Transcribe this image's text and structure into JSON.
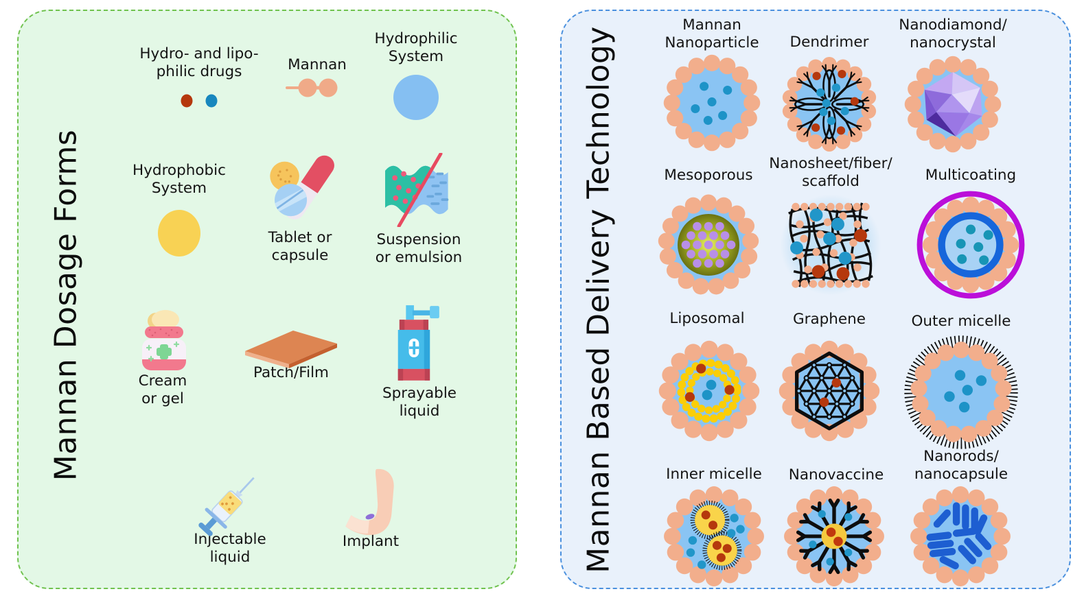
{
  "left_panel": {
    "title": "Mannan Dosage Forms",
    "items": [
      {
        "label": "Hydro- and lipo-\nphilic drugs",
        "icon": "hydro-lipo-drugs-icon"
      },
      {
        "label": "Mannan",
        "icon": "mannan-chain-icon"
      },
      {
        "label": "Hydrophilic\nSystem",
        "icon": "hydrophilic-system-icon"
      },
      {
        "label": "Hydrophobic\nSystem",
        "icon": "hydrophobic-system-icon"
      },
      {
        "label": "Tablet or\ncapsule",
        "icon": "tablet-capsule-icon"
      },
      {
        "label": "Suspension\nor emulsion",
        "icon": "suspension-emulsion-icon"
      },
      {
        "label": "Cream\nor gel",
        "icon": "cream-jar-icon"
      },
      {
        "label": "Patch/Film",
        "icon": "patch-film-icon"
      },
      {
        "label": "Sprayable\nliquid",
        "icon": "spray-bottle-icon"
      },
      {
        "label": "Injectable\nliquid",
        "icon": "syringe-icon"
      },
      {
        "label": "Implant",
        "icon": "arm-implant-icon"
      }
    ]
  },
  "right_panel": {
    "title": "Mannan Based Delivery Technology",
    "items": [
      {
        "label": "Mannan\nNanoparticle",
        "icon": "mannan-nanoparticle-icon"
      },
      {
        "label": "Dendrimer",
        "icon": "dendrimer-icon"
      },
      {
        "label": "Nanodiamond/\nnanocrystal",
        "icon": "nanodiamond-icon"
      },
      {
        "label": "Mesoporous",
        "icon": "mesoporous-icon"
      },
      {
        "label": "Nanosheet/fiber/\nscaffold",
        "icon": "nanosheet-icon"
      },
      {
        "label": "Multicoating",
        "icon": "multicoating-icon"
      },
      {
        "label": "Liposomal",
        "icon": "liposomal-icon"
      },
      {
        "label": "Graphene",
        "icon": "graphene-icon"
      },
      {
        "label": "Outer micelle",
        "icon": "outer-micelle-icon"
      },
      {
        "label": "Inner micelle",
        "icon": "inner-micelle-icon"
      },
      {
        "label": "Nanovaccine",
        "icon": "nanovaccine-icon"
      },
      {
        "label": "Nanorods/\nnanocapsule",
        "icon": "nanorods-icon"
      }
    ]
  },
  "colors": {
    "left_panel_bg": "#E3F8E6",
    "left_panel_border": "#70C24E",
    "right_panel_bg": "#E9F1FB",
    "right_panel_border": "#4A90DE",
    "mannan_peach": "#F2AE8C",
    "particle_blue": "#8AC4F3",
    "drug_dot_blue": "#1D93C7",
    "drug_dot_red": "#B5380D",
    "hydrophilic_blue": "#85BFF2",
    "hydrophobic_yellow": "#F8D254",
    "multicoat_magenta": "#BB0FD9",
    "multicoat_ring_blue": "#1666DB",
    "liposome_yellow": "#FBCE07",
    "micelle_yellow": "#F9D44A",
    "nanorod_blue": "#1D5ED1",
    "mesoporous_olive": "#6A7111",
    "mesoporous_dot_purple": "#B88FE8",
    "lattice_black": "#0d0d0d"
  }
}
